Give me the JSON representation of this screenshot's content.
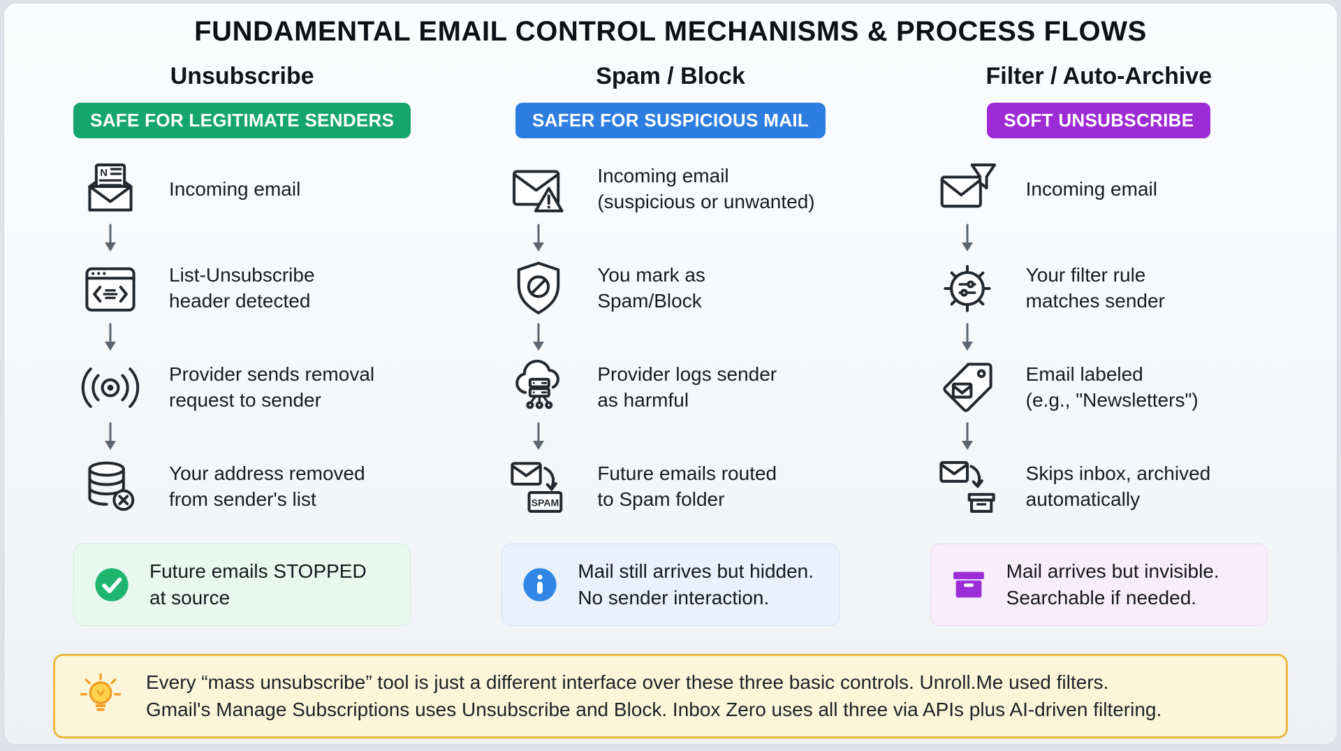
{
  "title": "FUNDAMENTAL EMAIL CONTROL MECHANISMS & PROCESS FLOWS",
  "columns": [
    {
      "heading": "Unsubscribe",
      "badge": {
        "label": "SAFE FOR LEGITIMATE SENDERS",
        "color": "#16a56f"
      },
      "steps": [
        {
          "icon": "newsletter-envelope-icon",
          "text": "Incoming email"
        },
        {
          "icon": "code-window-icon",
          "text": "List-Unsubscribe\nheader detected"
        },
        {
          "icon": "broadcast-signal-icon",
          "text": "Provider sends removal\nrequest to sender"
        },
        {
          "icon": "database-remove-icon",
          "text": "Your address removed\nfrom sender's list"
        }
      ],
      "result": {
        "icon": "check-circle-icon",
        "icon_color": "#1fb56f",
        "bg": "#e9f8ef",
        "text": "Future emails STOPPED\nat source"
      }
    },
    {
      "heading": "Spam / Block",
      "badge": {
        "label": "SAFER FOR SUSPICIOUS MAIL",
        "color": "#2e7de0"
      },
      "steps": [
        {
          "icon": "envelope-warning-icon",
          "text": "Incoming email\n(suspicious or unwanted)"
        },
        {
          "icon": "shield-block-icon",
          "text": "You mark as\nSpam/Block"
        },
        {
          "icon": "cloud-server-icon",
          "text": "Provider logs sender\nas harmful"
        },
        {
          "icon": "envelope-spam-icon",
          "text": "Future emails routed\nto Spam folder"
        }
      ],
      "result": {
        "icon": "info-circle-icon",
        "icon_color": "#2f86e4",
        "bg": "#e9f1fc",
        "text": "Mail still arrives but hidden.\nNo sender interaction."
      }
    },
    {
      "heading": "Filter / Auto-Archive",
      "badge": {
        "label": "SOFT UNSUBSCRIBE",
        "color": "#9d2bd6"
      },
      "steps": [
        {
          "icon": "envelope-funnel-icon",
          "text": "Incoming email"
        },
        {
          "icon": "gear-filter-icon",
          "text": "Your filter rule\nmatches sender"
        },
        {
          "icon": "tag-envelope-icon",
          "text": "Email labeled\n(e.g., \"Newsletters\")"
        },
        {
          "icon": "envelope-archive-icon",
          "text": "Skips inbox, archived\nautomatically"
        }
      ],
      "result": {
        "icon": "archive-box-icon",
        "icon_color": "#9b2fd6",
        "bg": "#f8eefb",
        "text": "Mail arrives but invisible.\nSearchable if needed."
      }
    }
  ],
  "footer": {
    "icon": "lightbulb-icon",
    "text": "Every “mass unsubscribe” tool is just a different interface over these three basic controls. Unroll.Me used filters.\nGmail's Manage Subscriptions uses Unsubscribe and Block. Inbox Zero uses all three via APIs plus AI-driven filtering."
  }
}
